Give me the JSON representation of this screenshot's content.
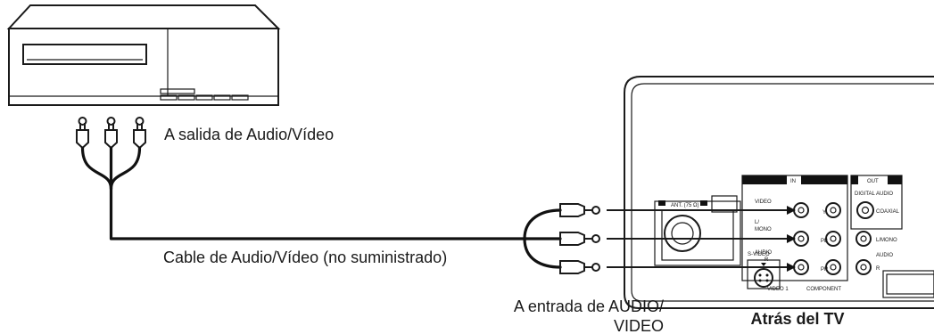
{
  "labels": {
    "av_out": "A salida de Audio/Vídeo",
    "cable": "Cable de Audio/Vídeo (no suministrado)",
    "av_in_line1": "A entrada de AUDIO/",
    "av_in_line2": "VIDEO",
    "tv_back": "Atrás del TV"
  },
  "tv_panel": {
    "in": "IN",
    "out": "OUT",
    "digital_audio": "DIGITAL AUDIO",
    "coaxial": "COAXIAL",
    "video": "VIDEO",
    "l": "L/",
    "mono": "MONO",
    "audio": "AUDIO",
    "r": "R",
    "y": "Y",
    "pb": "PB",
    "pr": "PR",
    "l_mono": "L/MONO",
    "s_video": "S-VIDEO",
    "video1": "VIDEO 1",
    "component": "COMPONENT",
    "ant": "ANT. (75 Ω)"
  }
}
